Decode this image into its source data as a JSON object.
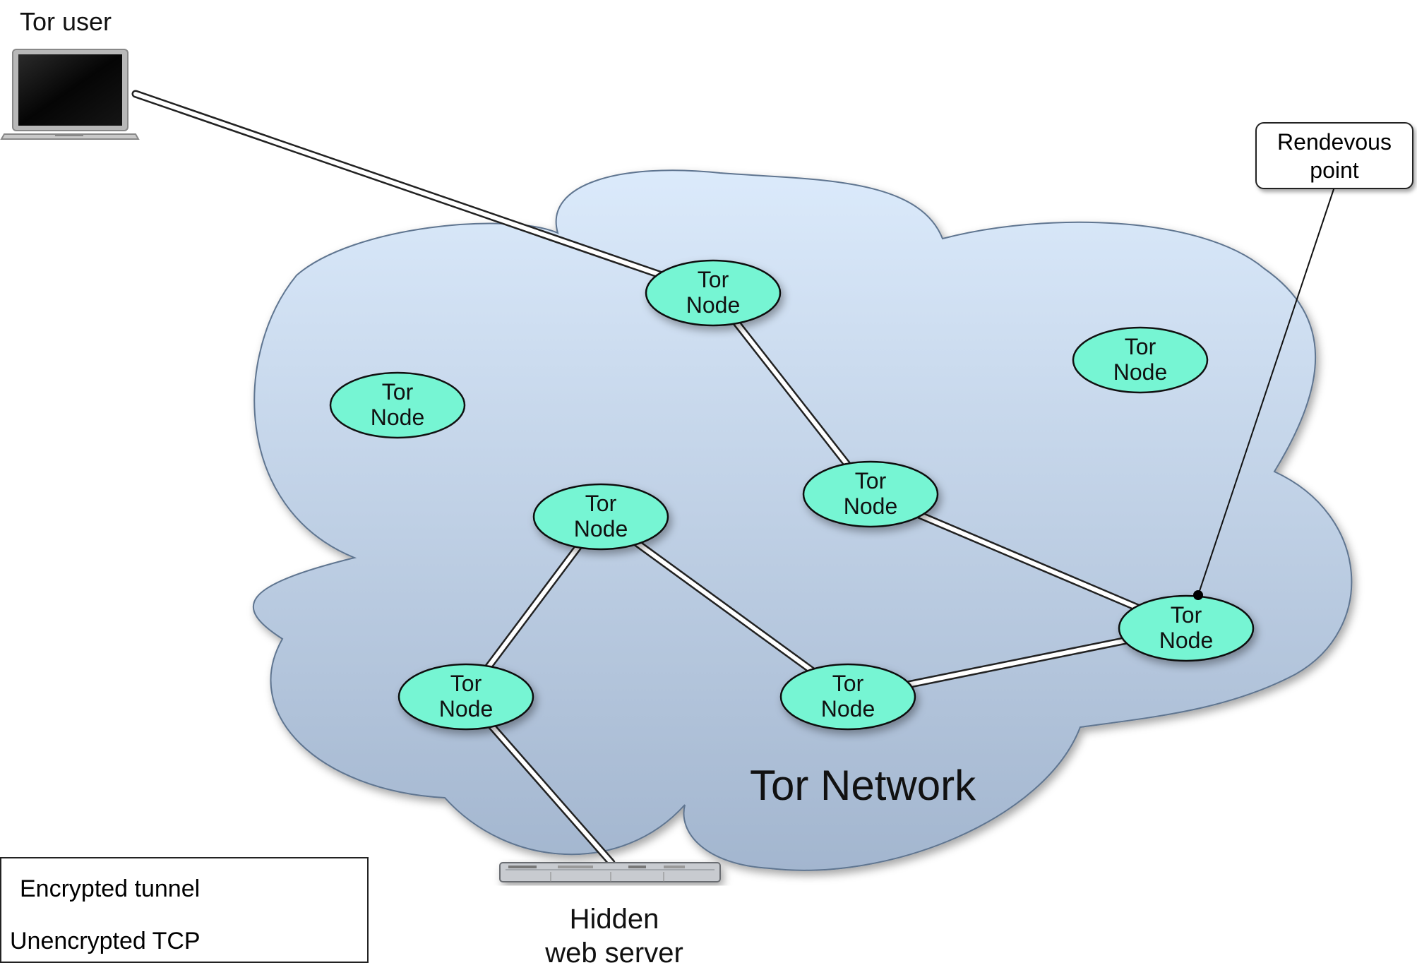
{
  "diagram": {
    "user_label": "Tor user",
    "network_label": "Tor Network",
    "server_label": "Hidden\nweb server",
    "rendezvous_label": "Rendevous\npoint",
    "node_line1": "Tor",
    "node_line2": "Node",
    "nodes": [
      {
        "id": "n1",
        "line1": "Tor",
        "line2": "Node",
        "role": "entry"
      },
      {
        "id": "n2",
        "line1": "Tor",
        "line2": "Node",
        "role": "idle"
      },
      {
        "id": "n3",
        "line1": "Tor",
        "line2": "Node",
        "role": "idle"
      },
      {
        "id": "n4",
        "line1": "Tor",
        "line2": "Node",
        "role": "relay"
      },
      {
        "id": "n5",
        "line1": "Tor",
        "line2": "Node",
        "role": "relay"
      },
      {
        "id": "n6",
        "line1": "Tor",
        "line2": "Node",
        "role": "rendezvous"
      },
      {
        "id": "n7",
        "line1": "Tor",
        "line2": "Node",
        "role": "relay"
      },
      {
        "id": "n8",
        "line1": "Tor",
        "line2": "Node",
        "role": "relay"
      }
    ],
    "links": [
      {
        "from": "user",
        "to": "n1",
        "kind": "encrypted"
      },
      {
        "from": "n1",
        "to": "n4",
        "kind": "encrypted"
      },
      {
        "from": "n4",
        "to": "n6",
        "kind": "encrypted"
      },
      {
        "from": "n5",
        "to": "n7",
        "kind": "encrypted"
      },
      {
        "from": "n5",
        "to": "n8",
        "kind": "encrypted"
      },
      {
        "from": "n8",
        "to": "n6",
        "kind": "encrypted"
      },
      {
        "from": "n7",
        "to": "server",
        "kind": "encrypted"
      }
    ],
    "colors": {
      "node_fill": "#76f5d3",
      "cloud_top": "#dbeafb",
      "cloud_bottom": "#a3b6cf",
      "cloud_stroke": "#5f7590"
    }
  },
  "legend": {
    "encrypted_label": "Encrypted tunnel",
    "unencrypted_label": "Unencrypted TCP"
  }
}
